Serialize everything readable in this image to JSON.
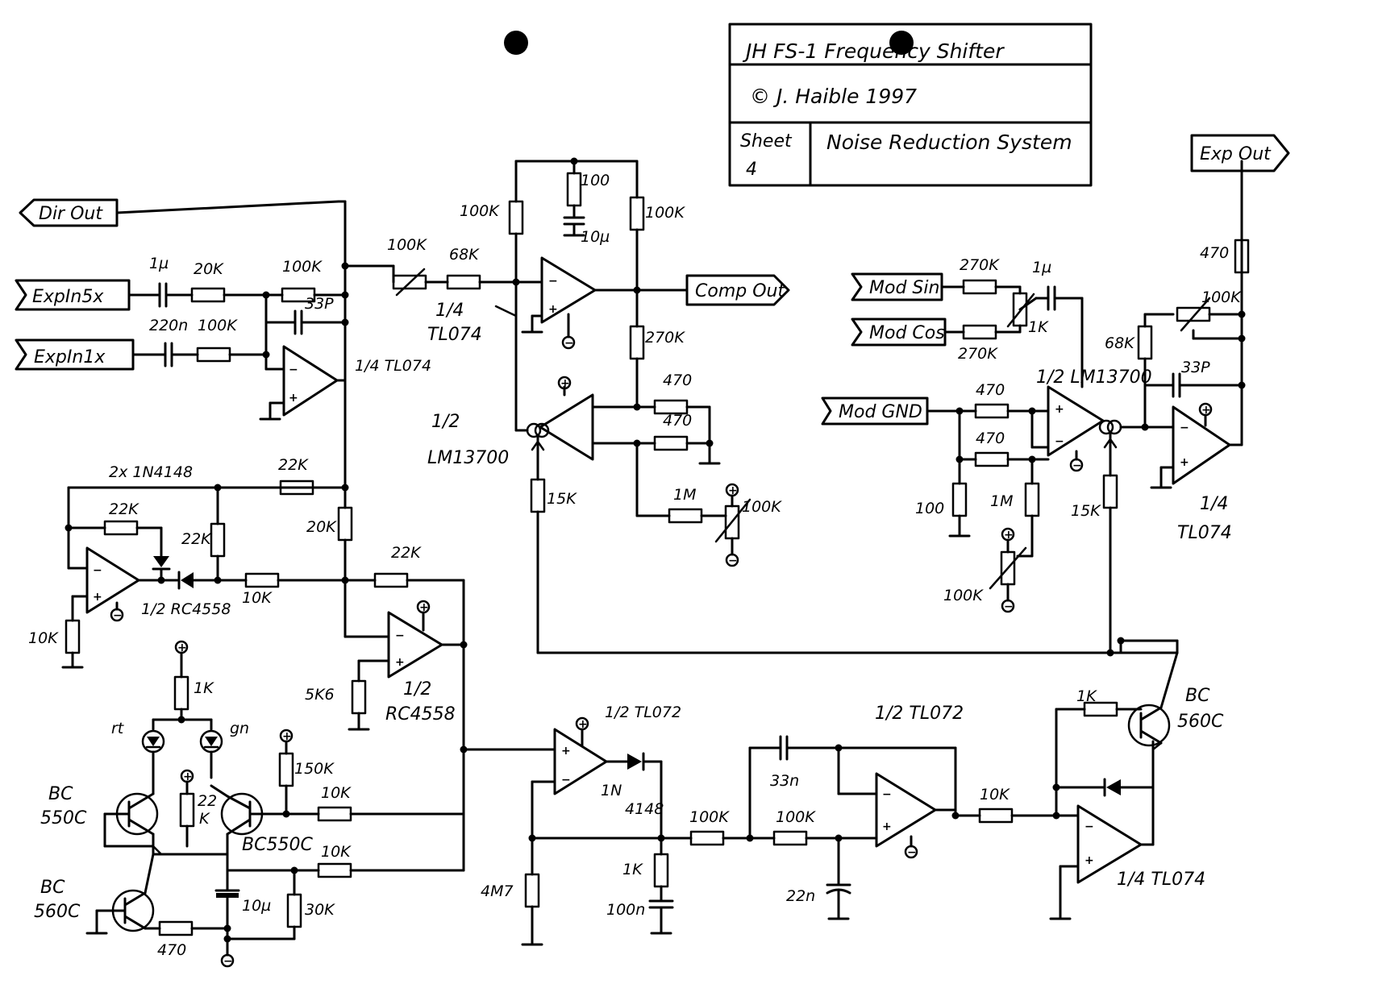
{
  "title_block": {
    "title": "JH FS-1   Frequency Shifter",
    "copyright": "© J. Haible  1997",
    "sheet_label": "Sheet",
    "sheet_number": "4",
    "sheet_title": "Noise Reduction System"
  },
  "ports": {
    "dir_out": "Dir Out",
    "exp_in_5x": "ExpIn5x",
    "exp_in_1x": "ExpIn1x",
    "comp_out": "Comp Out",
    "exp_out": "Exp Out",
    "mod_sin": "Mod Sin",
    "mod_cos": "Mod Cos",
    "mod_gnd": "Mod GND"
  },
  "labels": {
    "c1u_a": "1µ",
    "r20k_a": "20K",
    "r100k_a": "100K",
    "c33p_a": "33P",
    "c220n": "220n",
    "r100k_b": "100K",
    "u_tl074_a": "1/4 TL074",
    "pot100k_a": "100K",
    "r68k_a": "68K",
    "u_tl074_b_1": "1/4",
    "u_tl074_b_2": "TL074",
    "r100k_c": "100K",
    "r100_a": "100",
    "c10u_a": "10µ",
    "r100k_d": "100K",
    "r270k_a": "270K",
    "r470_a": "470",
    "r470_b": "470",
    "u_lm_a_1": "1/2",
    "u_lm_a_2": "LM13700",
    "r15k_a": "15K",
    "r1m_a": "1M",
    "pot100k_b": "100K",
    "d2x": "2x 1N4148",
    "r22k_a": "22K",
    "r22k_b": "22K",
    "r22k_c": "22K",
    "u_rc_a": "1/2 RC4558",
    "r10k_a": "10K",
    "r10k_b": "10K",
    "r20k_b": "20K",
    "r22k_d": "22K",
    "r5k6": "5K6",
    "u_rc_b_1": "1/2",
    "u_rc_b_2": "RC4558",
    "r1k_a": "1K",
    "led_rt": "rt",
    "led_gn": "gn",
    "r150k": "150K",
    "r22k_e_1": "22",
    "r22k_e_2": "K",
    "q_bc550_a_1": "BC",
    "q_bc550_a_2": "550C",
    "q_bc550_b": "BC550C",
    "r10k_c": "10K",
    "r10k_d": "10K",
    "q_bc560_a_1": "BC",
    "q_bc560_a_2": "560C",
    "c10u_b": "10µ",
    "r30k": "30K",
    "r470_c": "470",
    "u_tl072_a": "1/2 TL072",
    "d1n4148_1": "1N",
    "d1n4148_2": "4148",
    "r4m7": "4M7",
    "r1k_b": "1K",
    "c100n": "100n",
    "r100k_e": "100K",
    "r100k_f": "100K",
    "c33n": "33n",
    "c22n": "22n",
    "u_tl072_b": "1/2 TL072",
    "r10k_e": "10K",
    "r1k_c": "1K",
    "q_bc560_b_1": "BC",
    "q_bc560_b_2": "560C",
    "u_tl074_c": "1/4 TL074",
    "r270k_b": "270K",
    "c1u_b": "1µ",
    "r1k_d": "1K",
    "r270k_c": "270K",
    "r470_d": "470",
    "r470_e": "470",
    "u_lm_b": "1/2 LM13700",
    "r100_b": "100",
    "r1m_b": "1M",
    "pot100k_c": "100K",
    "r15k_b": "15K",
    "r68k_b": "68K",
    "c33p_b": "33P",
    "pot100k_d": "100K",
    "r470_f": "470",
    "u_tl074_d_1": "1/4",
    "u_tl074_d_2": "TL074",
    "plus": "+",
    "minus": "−"
  }
}
